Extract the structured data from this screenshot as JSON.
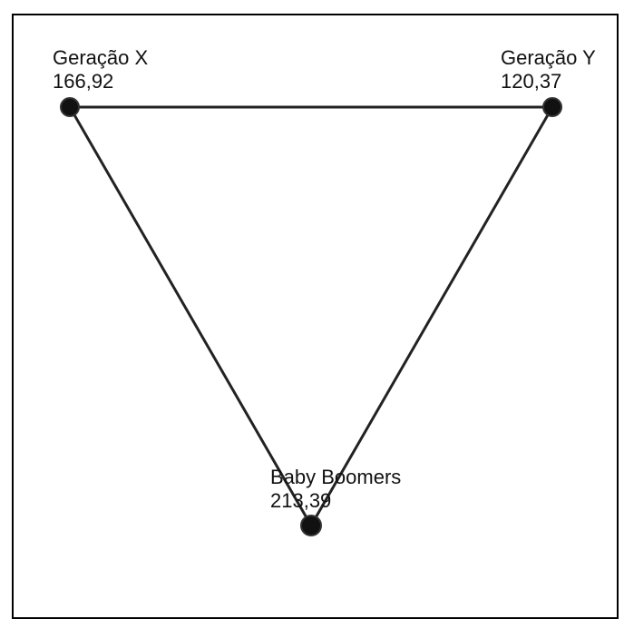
{
  "diagram": {
    "type": "triangle-network",
    "nodes": [
      {
        "id": "geracao-x",
        "name": "Geração X",
        "value": "166,92"
      },
      {
        "id": "geracao-y",
        "name": "Geração Y",
        "value": "120,37"
      },
      {
        "id": "baby-boomers",
        "name": "Baby Boomers",
        "value": "213,39"
      }
    ],
    "edges": [
      {
        "from": "geracao-x",
        "to": "geracao-y"
      },
      {
        "from": "geracao-x",
        "to": "baby-boomers"
      },
      {
        "from": "geracao-y",
        "to": "baby-boomers"
      }
    ],
    "colors": {
      "line": "#222222",
      "node": "#111111",
      "text": "#111111",
      "frame": "#000000",
      "background": "#ffffff"
    }
  }
}
